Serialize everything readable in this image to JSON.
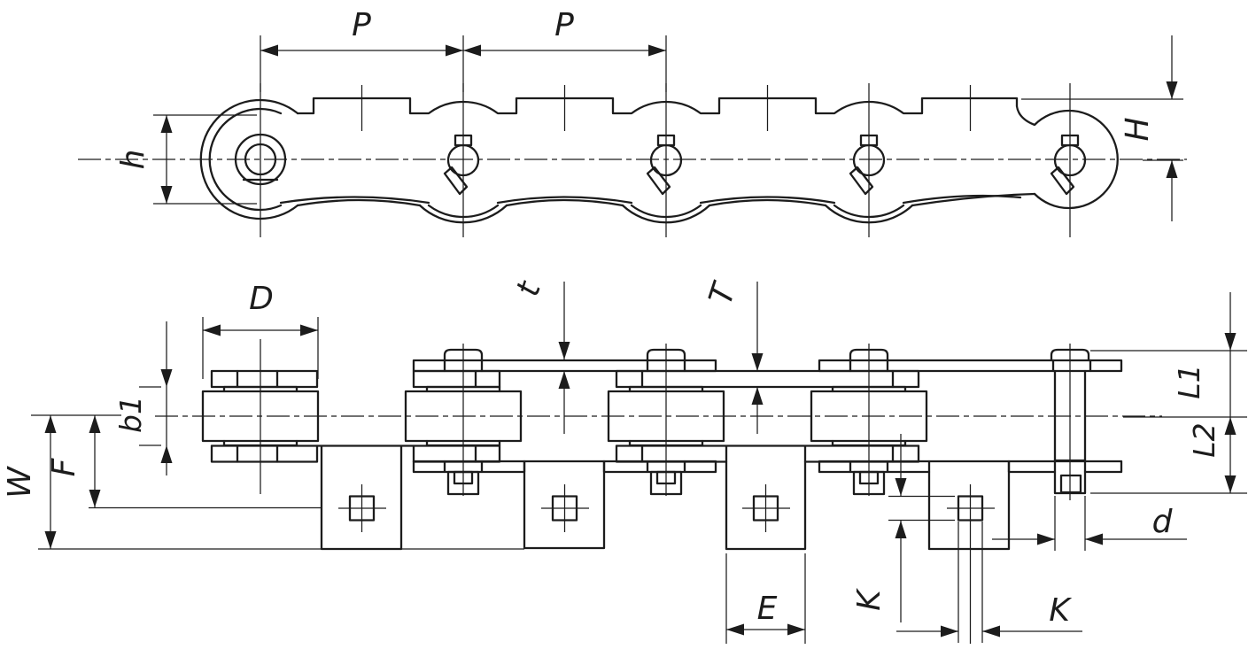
{
  "drawing": {
    "kind": "engineering dimension drawing",
    "subject": "roller chain with bent attachment plates, side view and plan view"
  },
  "colors": {
    "line": "#1c1c1c",
    "background": "#ffffff"
  },
  "labels": {
    "pitch_left": "P",
    "pitch_right": "P",
    "plate_height": "h",
    "tab_height": "H",
    "roller_diameter": "D",
    "inner_width": "b1",
    "outer_plate_thickness": "t",
    "inner_plate_thickness": "T",
    "hole_offset": "F",
    "attachment_drop": "W",
    "attachment_tab_width": "E",
    "hole_height": "K",
    "hole_width": "K",
    "pin_diameter": "d",
    "pin_upper_length": "L1",
    "pin_lower_length": "L2"
  }
}
